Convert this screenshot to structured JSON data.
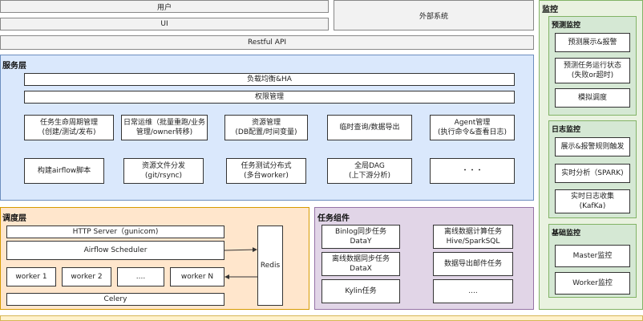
{
  "top": {
    "user": "用户",
    "ui": "UI",
    "external": "外部系统",
    "restful": "Restful API"
  },
  "service": {
    "title": "服务层",
    "lb": "负载均衡&HA",
    "auth": "权限管理",
    "row1": [
      "任务生命周期管理\n(创建/测试/发布)",
      "日常运维（批量重跑/业务\n管理/owner转移)",
      "资源管理\n(DB配置/时间变量)",
      "临时查询/数据导出",
      "Agent管理\n(执行命令&查看日志)"
    ],
    "row2": [
      "构建airflow脚本",
      "资源文件分发\n(git/rsync)",
      "任务测试分布式\n(多台worker)",
      "全局DAG\n(上下游分析)",
      "・・・"
    ]
  },
  "scheduler": {
    "title": "调度层",
    "http": "HTTP Server（gunicom)",
    "airflow": "Airflow Scheduler",
    "workers": [
      "worker 1",
      "worker 2",
      "....",
      "worker N"
    ],
    "celery": "Celery",
    "redis": "Redis"
  },
  "tasks": {
    "title": "任务组件",
    "items": [
      "Binlog同步任务\nDataY",
      "离线数据计算任务\nHive/SparkSQL",
      "离线数据同步任务\nDataX",
      "数据导出邮件任务",
      "Kylin任务",
      "...."
    ]
  },
  "monitor": {
    "title": "监控",
    "predict": {
      "title": "预测监控",
      "items": [
        "预测展示&报警",
        "预测任务运行状态\n(失败or超时)",
        "模拟调度"
      ]
    },
    "log": {
      "title": "日志监控",
      "items": [
        "展示&报警规则触发",
        "实时分析（SPARK)",
        "实时日志收集\n(KafKa)"
      ]
    },
    "base": {
      "title": "基础监控",
      "items": [
        "Master监控",
        "Worker监控"
      ]
    }
  }
}
